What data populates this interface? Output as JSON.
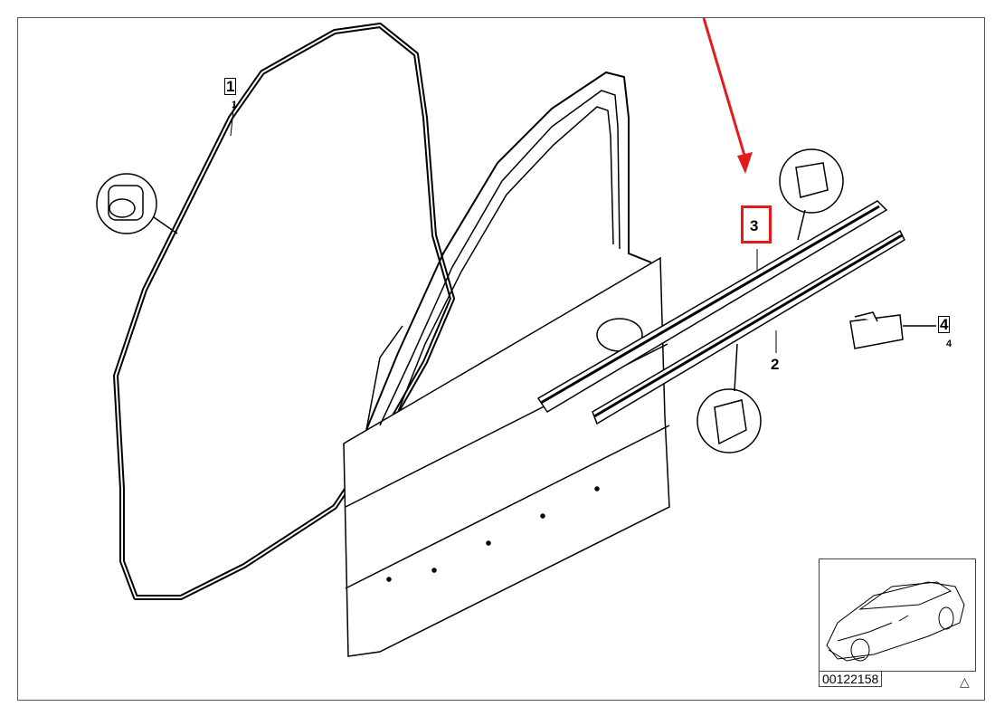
{
  "diagram": {
    "callouts": {
      "c1_box": "1",
      "c1_small": "1",
      "c2": "2",
      "c3": "3",
      "c4_box": "4",
      "c4_small": "4"
    },
    "thumbnail_id": "00122158",
    "thumbnail_mark": "△",
    "colors": {
      "highlight": "#e21b1b",
      "line": "#000000"
    }
  }
}
